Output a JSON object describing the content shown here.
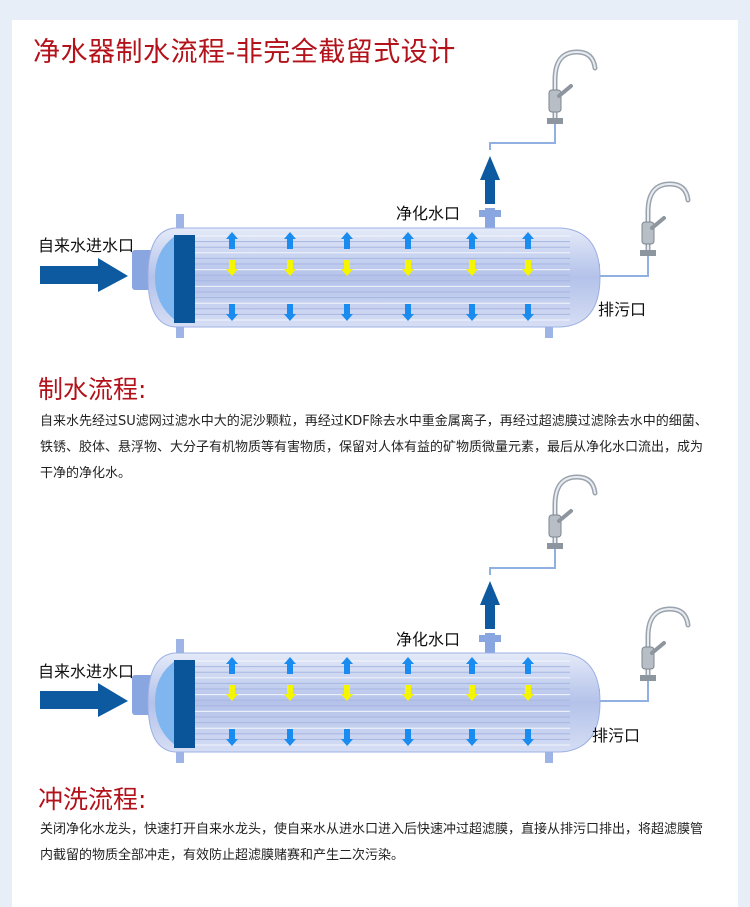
{
  "title": "净水器制水流程-非完全截留式设计",
  "diagrams": [
    {
      "inlet_label": "自来水进水口",
      "outlet_label": "净化水口",
      "drain_label": "排污口"
    },
    {
      "inlet_label": "自来水进水口",
      "outlet_label": "净化水口",
      "drain_label": "排污口"
    }
  ],
  "sections": [
    {
      "heading": "制水流程:",
      "text": "自来水先经过SU滤网过滤水中大的泥沙颗粒，再经过KDF除去水中重金属离子，再经过超滤膜过滤除去水中的细菌、铁锈、胶体、悬浮物、大分子有机物质等有害物质，保留对人体有益的矿物质微量元素，最后从净化水口流出，成为干净的净化水。"
    },
    {
      "heading": "冲洗流程:",
      "text": "关闭净化水龙头，快速打开自来水龙头，使自来水从进水口进入后快速冲过超滤膜，直接从排污口排出，将超滤膜管内截留的物质全部冲走，有效防止超滤膜赌赛和产生二次污染。"
    }
  ],
  "colors": {
    "heading": "#b3121a",
    "tank": "#b9c6ea",
    "filter_block": "#0a5499",
    "arrow_blue": "#1a8cf0",
    "arrow_yellow": "#f5f500",
    "flow_arrow": "#0d5aa0"
  }
}
